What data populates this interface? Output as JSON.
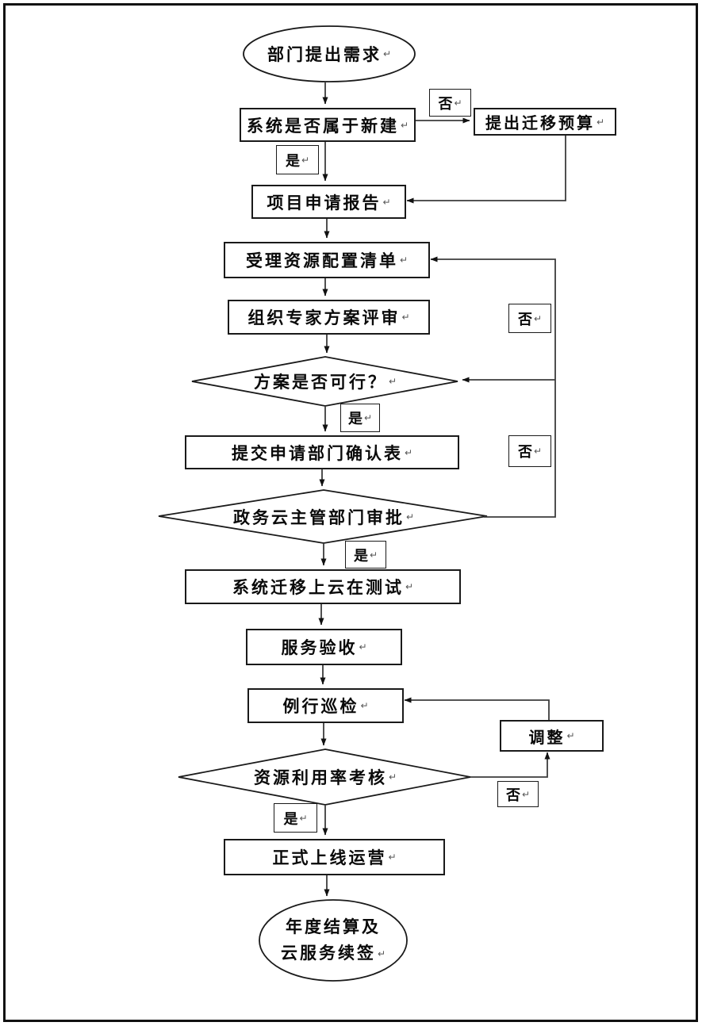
{
  "diagram": {
    "type": "flowchart",
    "background": "#ffffff",
    "colors": {
      "line": "#3c3c3c",
      "shape_border": "#1a1a1a",
      "text": "#0a0a0a",
      "arrowhead": "#111111"
    },
    "return_mark": "↵",
    "branch_labels": {
      "yes": "是",
      "no": "否"
    },
    "nodes": {
      "start": {
        "shape": "ellipse",
        "label": "部门提出需求"
      },
      "is_new": {
        "shape": "rect",
        "label": "系统是否属于新建"
      },
      "migration_budget": {
        "shape": "rect",
        "label": "提出迁移预算"
      },
      "project_report": {
        "shape": "rect",
        "label": "项目申请报告"
      },
      "accept_config": {
        "shape": "rect",
        "label": "受理资源配置清单"
      },
      "expert_review": {
        "shape": "rect",
        "label": "组织专家方案评审"
      },
      "plan_feasible": {
        "shape": "diamond",
        "label": "方案是否可行？"
      },
      "confirm_form": {
        "shape": "rect",
        "label": "提交申请部门确认表"
      },
      "gov_approval": {
        "shape": "diamond",
        "label": "政务云主管部门审批"
      },
      "migrate_test": {
        "shape": "rect",
        "label": "系统迁移上云在测试"
      },
      "service_accept": {
        "shape": "rect",
        "label": "服务验收"
      },
      "routine_inspect": {
        "shape": "rect",
        "label": "例行巡检"
      },
      "adjust": {
        "shape": "rect",
        "label": "调整"
      },
      "utilization_check": {
        "shape": "diamond",
        "label": "资源利用率考核"
      },
      "official_launch": {
        "shape": "rect",
        "label": "正式上线运营"
      },
      "end": {
        "shape": "ellipse",
        "line1": "年度结算及",
        "line2": "云服务续签"
      }
    },
    "edges": [
      {
        "from": "start",
        "to": "is_new"
      },
      {
        "from": "is_new",
        "to": "migration_budget",
        "label": "否"
      },
      {
        "from": "is_new",
        "to": "project_report",
        "label": "是"
      },
      {
        "from": "migration_budget",
        "to": "project_report"
      },
      {
        "from": "project_report",
        "to": "accept_config"
      },
      {
        "from": "accept_config",
        "to": "expert_review"
      },
      {
        "from": "expert_review",
        "to": "plan_feasible"
      },
      {
        "from": "plan_feasible",
        "to": "confirm_form",
        "label": "是"
      },
      {
        "from": "confirm_form",
        "to": "gov_approval"
      },
      {
        "from": "gov_approval",
        "to": "accept_config",
        "label": "否"
      },
      {
        "from": "gov_approval",
        "to": "plan_feasible",
        "label": "否"
      },
      {
        "from": "gov_approval",
        "to": "migrate_test",
        "label": "是"
      },
      {
        "from": "migrate_test",
        "to": "service_accept"
      },
      {
        "from": "service_accept",
        "to": "routine_inspect"
      },
      {
        "from": "routine_inspect",
        "to": "utilization_check"
      },
      {
        "from": "utilization_check",
        "to": "adjust",
        "label": "否"
      },
      {
        "from": "adjust",
        "to": "routine_inspect"
      },
      {
        "from": "utilization_check",
        "to": "official_launch",
        "label": "是"
      },
      {
        "from": "official_launch",
        "to": "end"
      }
    ]
  }
}
